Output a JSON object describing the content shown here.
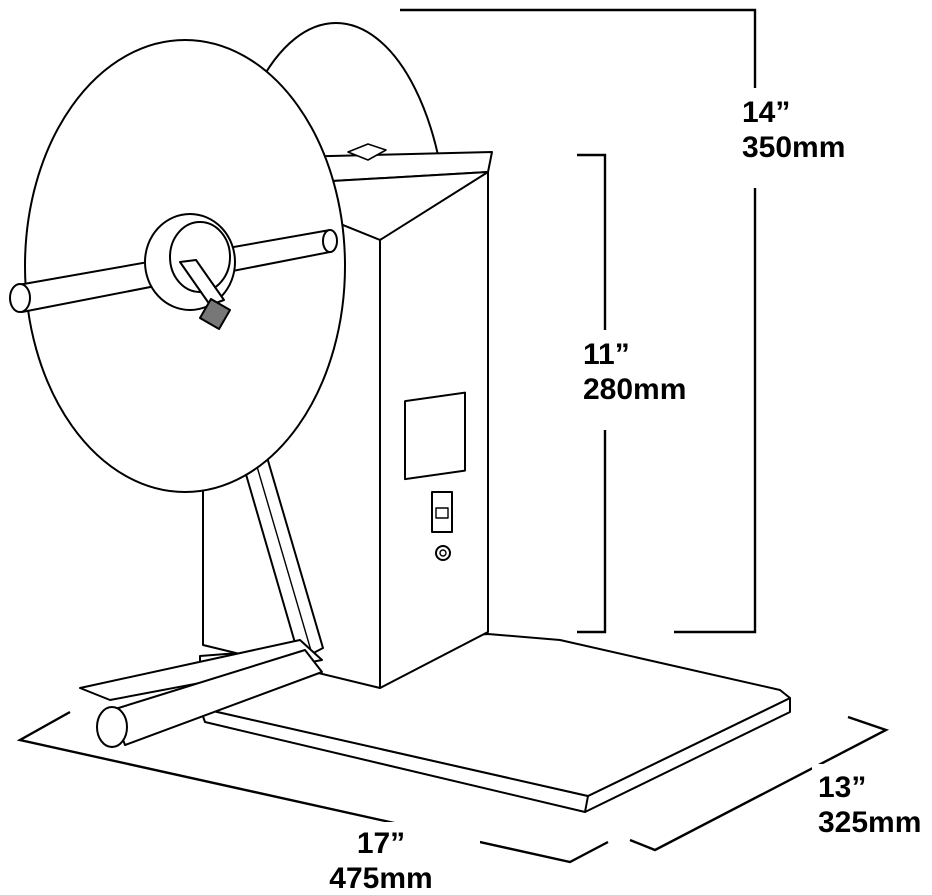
{
  "dimensions": {
    "height_total": {
      "inches": "14”",
      "mm": "350mm"
    },
    "height_column": {
      "inches": "11”",
      "mm": "280mm"
    },
    "depth": {
      "inches": "13”",
      "mm": "325mm"
    },
    "width": {
      "inches": "17”",
      "mm": "475mm"
    }
  },
  "colors": {
    "line": "#000000",
    "background": "#ffffff",
    "label": "#000000"
  },
  "icons": [
    "spool-flange",
    "spindle-shaft",
    "hub-clamp",
    "power-switch",
    "control-knob",
    "display-panel",
    "guide-arm",
    "guide-roller",
    "base-plate"
  ]
}
